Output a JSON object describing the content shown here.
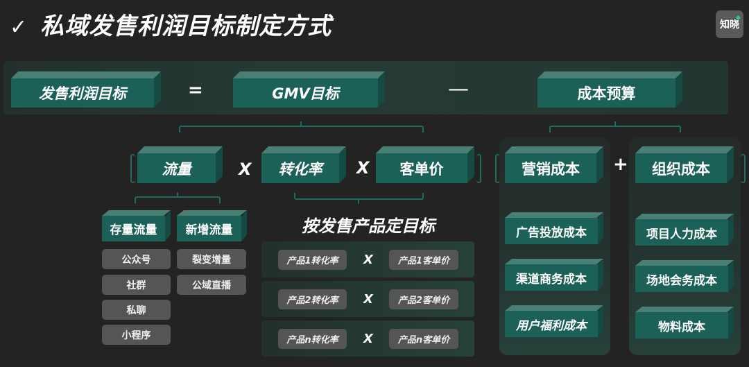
{
  "header": {
    "check_icon": "✓",
    "title": "私域发售利润目标制定方式",
    "logo_text": "知晓",
    "logo_accent_color": "#2fc6a4"
  },
  "colors": {
    "background": "#232323",
    "box_front": "#1b6158",
    "box_top": "#4a7f76",
    "box_side": "#154a43",
    "connector": "#1f6b61",
    "chip": "#555555"
  },
  "formula": {
    "profit_target": "发售利润目标",
    "equals": "=",
    "gmv_target": "GMV目标",
    "minus": "—",
    "cost_budget": "成本预算"
  },
  "gmv_breakdown": {
    "traffic": "流量",
    "times_1": "X",
    "conversion_rate": "转化率",
    "times_2": "X",
    "avg_order_value": "客单价"
  },
  "traffic_types": [
    {
      "label": "存量流量",
      "items": [
        "公众号",
        "社群",
        "私聊",
        "小程序"
      ]
    },
    {
      "label": "新增流量",
      "items": [
        "裂变增量",
        "公域直播"
      ]
    }
  ],
  "product_targets": {
    "title": "按发售产品定目标",
    "rows": [
      {
        "conversion": "产品1转化率",
        "op": "X",
        "aov": "产品1客单价"
      },
      {
        "conversion": "产品2转化率",
        "op": "X",
        "aov": "产品2客单价"
      },
      {
        "conversion": "产品n转化率",
        "op": "X",
        "aov": "产品n客单价"
      }
    ]
  },
  "cost_breakdown": {
    "plus": "+",
    "marketing": {
      "label": "营销成本",
      "items": [
        "广告投放成本",
        "渠道商务成本",
        "用户福利成本"
      ]
    },
    "organization": {
      "label": "组织成本",
      "items": [
        "项目人力成本",
        "场地会务成本",
        "物料成本"
      ]
    }
  }
}
